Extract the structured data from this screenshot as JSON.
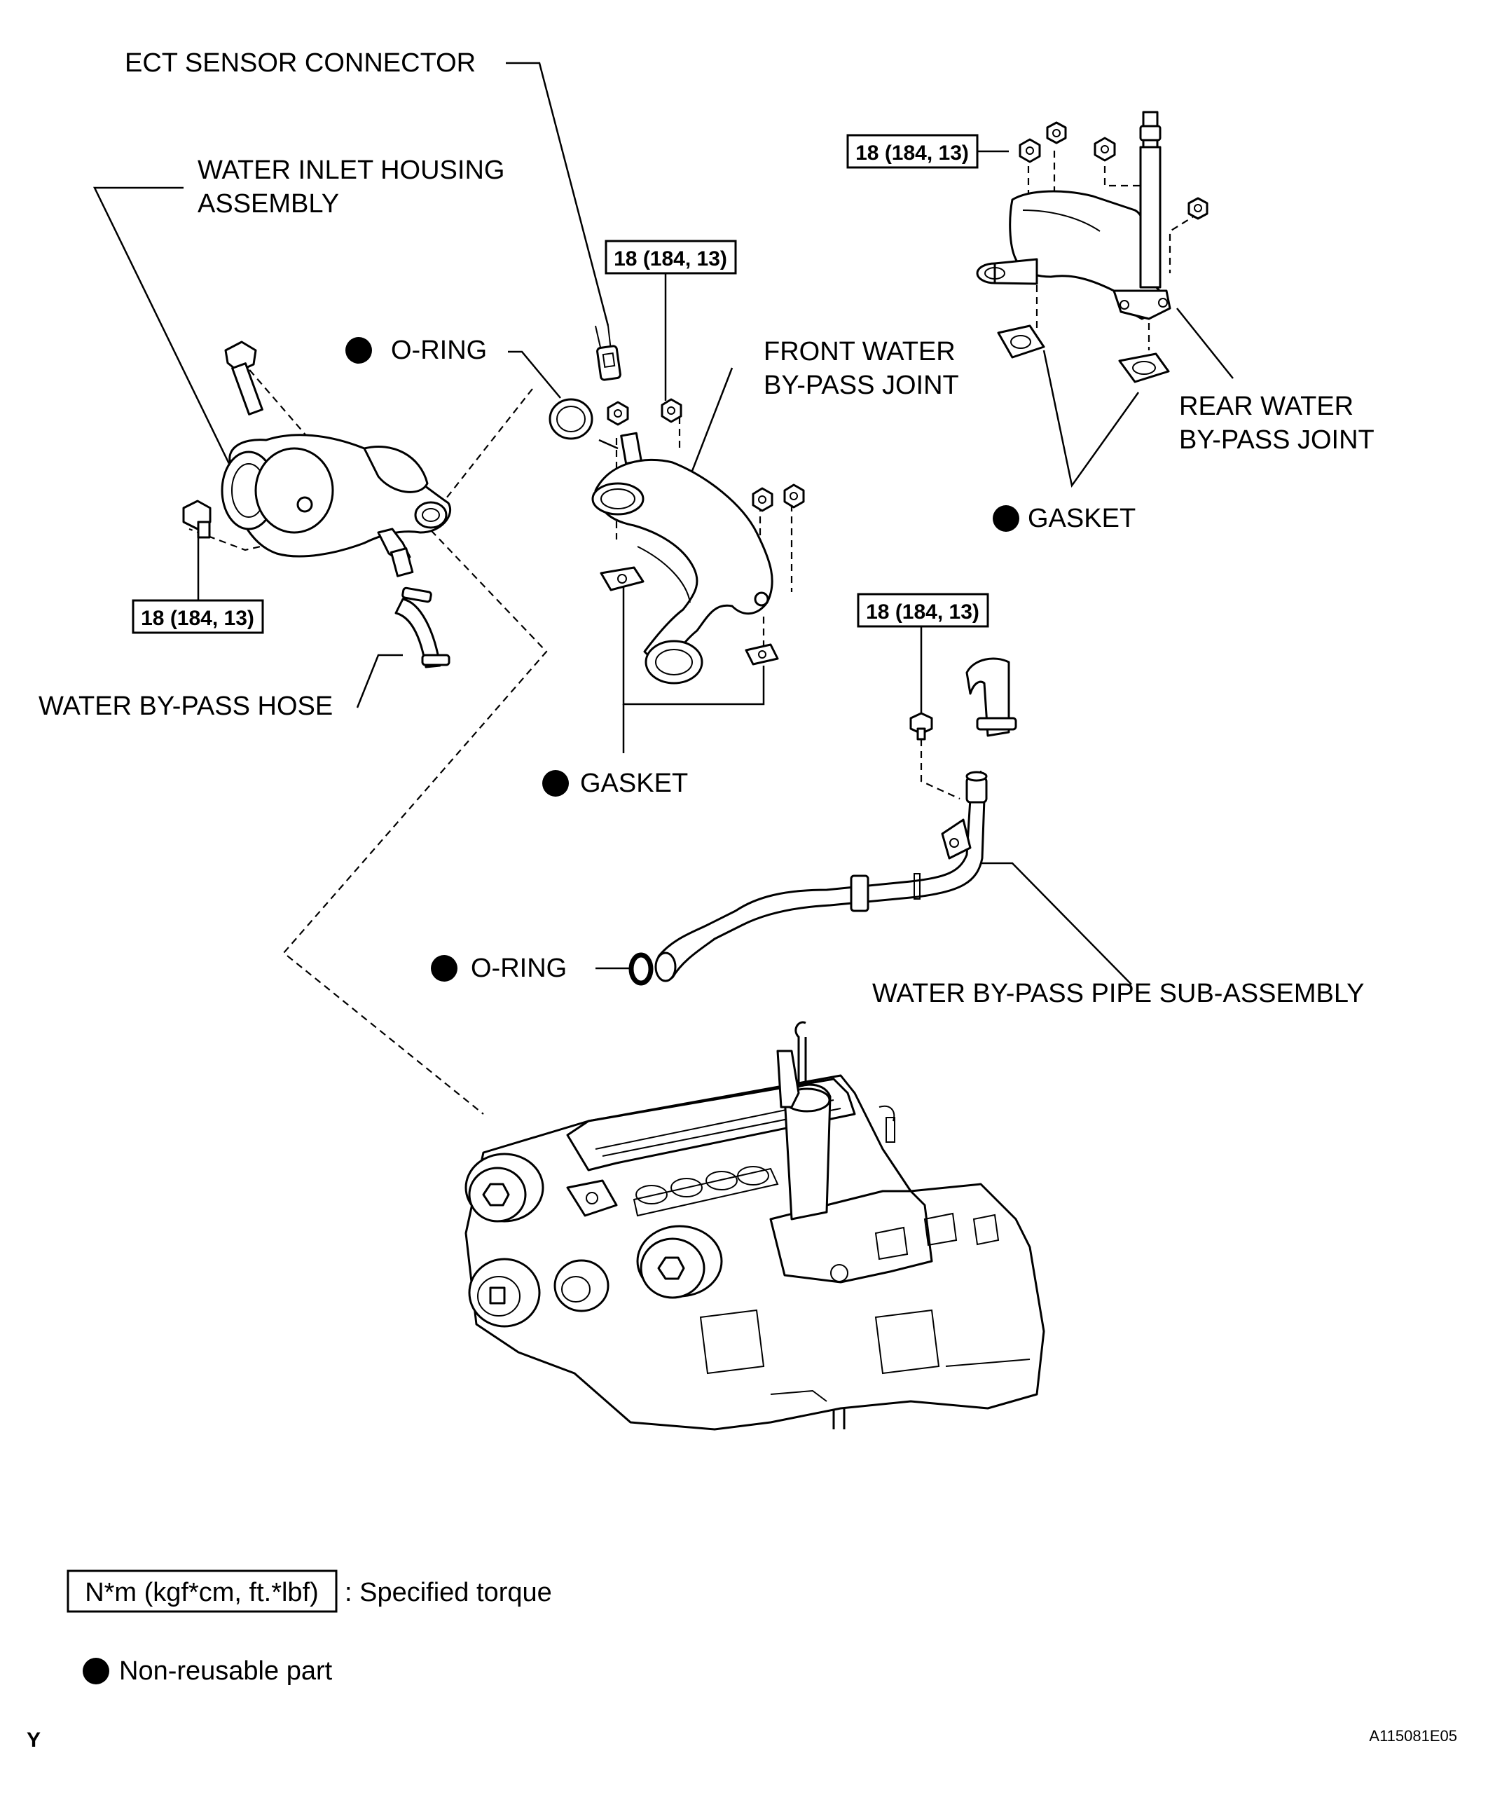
{
  "labels": {
    "ect_sensor_connector": "ECT SENSOR CONNECTOR",
    "water_inlet_housing_1": "WATER INLET HOUSING",
    "water_inlet_housing_2": "ASSEMBLY",
    "o_ring_top": "O-RING",
    "front_bypass_1": "FRONT WATER",
    "front_bypass_2": "BY-PASS JOINT",
    "rear_bypass_1": "REAR WATER",
    "rear_bypass_2": "BY-PASS JOINT",
    "gasket_right": "GASKET",
    "gasket_center": "GASKET",
    "water_bypass_hose": "WATER BY-PASS HOSE",
    "o_ring_bottom": "O-RING",
    "water_bypass_pipe": "WATER BY-PASS PIPE SUB-ASSEMBLY"
  },
  "torque": {
    "top_right": "18 (184, 13)",
    "center": "18 (184, 13)",
    "left": "18 (184, 13)",
    "pipe": "18 (184, 13)"
  },
  "legend": {
    "torque_box": "N*m (kgf*cm, ft.*lbf)",
    "torque_desc": ": Specified torque",
    "nonreusable": "Non-reusable part"
  },
  "corner": {
    "left_mark": "Y",
    "figure_code": "A115081E05"
  },
  "colors": {
    "ink": "#000000",
    "background": "#ffffff"
  }
}
